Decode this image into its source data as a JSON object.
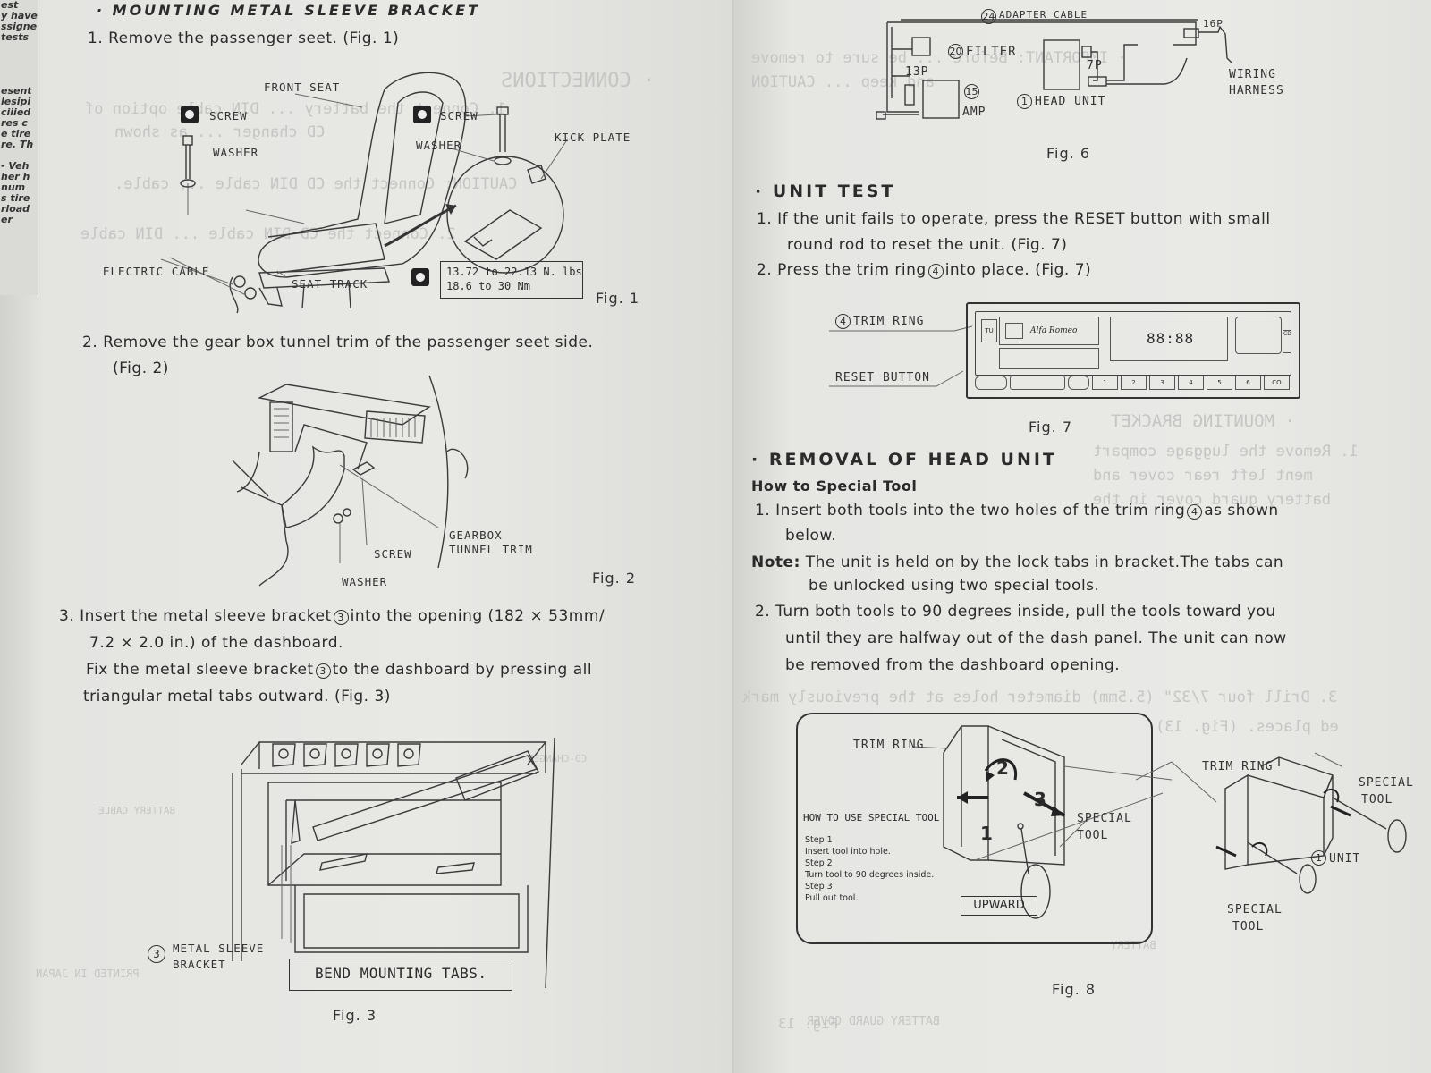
{
  "left": {
    "margin_strip": [
      "est",
      "y have",
      "ssigne",
      "tests",
      "",
      "",
      "",
      "",
      "esent",
      "lesipi",
      "ciiied",
      "res c",
      "e tire",
      "re. Th",
      "",
      "- Veh",
      "her h",
      "num",
      "s tire",
      "rload",
      "er"
    ],
    "title": "· MOUNTING METAL SLEEVE BRACKET",
    "step1": "1. Remove the passenger seet. (Fig. 1)",
    "fig1": {
      "labels": {
        "front_seat": "FRONT SEAT",
        "screw_left": "SCREW",
        "washer_left": "WASHER",
        "screw_right": "SCREW",
        "washer_right": "WASHER",
        "kick_plate": "KICK PLATE",
        "electric_cable": "ELECTRIC CABLE",
        "seat_track": "SEAT TRACK"
      },
      "torque_line1": "13.72 to 22.13 N. lbs",
      "torque_line2": "18.6 to 30 Nm",
      "caption": "Fig. 1"
    },
    "step2_line1": "2. Remove the gear box tunnel trim of the passenger seet side.",
    "step2_line2": "(Fig. 2)",
    "fig2": {
      "gearbox": "GEARBOX",
      "tunnel_trim": "TUNNEL TRIM",
      "screw": "SCREW",
      "washer": "WASHER",
      "caption": "Fig. 2"
    },
    "step3_line1_a": "3. Insert the metal sleeve bracket",
    "step3_line1_num": "3",
    "step3_line1_b": "into the opening (182 × 53mm/",
    "step3_line2": "7.2 × 2.0 in.) of the dashboard.",
    "step3_line3_a": "Fix the metal sleeve bracket",
    "step3_line3_num": "3",
    "step3_line3_b": "to the dashboard by pressing all",
    "step3_line4": "triangular metal tabs outward. (Fig. 3)",
    "fig3": {
      "bracket_num": "3",
      "bracket_label_1": "METAL SLEEVE",
      "bracket_label_2": "BRACKET",
      "bend": "BEND MOUNTING TABS.",
      "caption": "Fig. 3"
    }
  },
  "right": {
    "fig6": {
      "adapter_num": "24",
      "adapter_cable": "ADAPTER CABLE",
      "p16": "16P",
      "filter_num": "20",
      "filter": "FILTER",
      "p13": "13P",
      "p7": "7P",
      "amp_num": "15",
      "amp": "AMP",
      "head_num": "1",
      "head_unit": "HEAD UNIT",
      "wiring_1": "WIRING",
      "wiring_2": "HARNESS",
      "caption": "Fig. 6"
    },
    "unit_test_title": "· UNIT TEST",
    "ut1_line1": "1. If the unit fails to operate, press the RESET button with small",
    "ut1_line2": "round rod to reset the unit. (Fig. 7)",
    "ut2_a": "2. Press the trim ring",
    "ut2_num": "4",
    "ut2_b": "into place. (Fig. 7)",
    "fig7": {
      "trim_num": "4",
      "trim_ring": "TRIM RING",
      "reset_button": "RESET BUTTON",
      "brand": "Alfa Romeo",
      "display": "88:88",
      "buttons": [
        "1",
        "2",
        "3",
        "4",
        "5",
        "6",
        "CO"
      ],
      "caption": "Fig. 7"
    },
    "removal_title": "· REMOVAL OF HEAD UNIT",
    "how_to": "How to Special Tool",
    "r1_a": "1. Insert both tools into the two holes of the trim ring",
    "r1_num": "4",
    "r1_b": "as shown",
    "r1_line2": "below.",
    "note_label": "Note:",
    "note_line1": "The unit is held on by the lock tabs in bracket.The tabs can",
    "note_line2": "be unlocked using two special tools.",
    "r2_line1": "2. Turn both tools to 90 degrees inside, pull the tools toward you",
    "r2_line2": "until they are halfway out of the dash panel. The unit can now",
    "r2_line3": "be removed from the dashboard opening.",
    "fig8": {
      "trim_ring": "TRIM RING",
      "how_to_use": "HOW TO USE SPECIAL TOOL",
      "step1": "Step 1",
      "step1_text": "Insert tool into hole.",
      "step2": "Step 2",
      "step2_text": "Turn tool to 90 degrees inside.",
      "step3": "Step 3",
      "step3_text": "Pull out tool.",
      "upward": "UPWARD",
      "special_1": "SPECIAL",
      "special_2": "TOOL",
      "n1": "1",
      "n2": "2",
      "n3": "3",
      "trim_ring_right": "TRIM RING",
      "special_right_1": "SPECIAL",
      "special_right_2": "TOOL",
      "unit_num": "1",
      "unit": "UNIT",
      "special_bottom_1": "SPECIAL",
      "special_bottom_2": "TOOL",
      "caption": "Fig. 8"
    }
  }
}
